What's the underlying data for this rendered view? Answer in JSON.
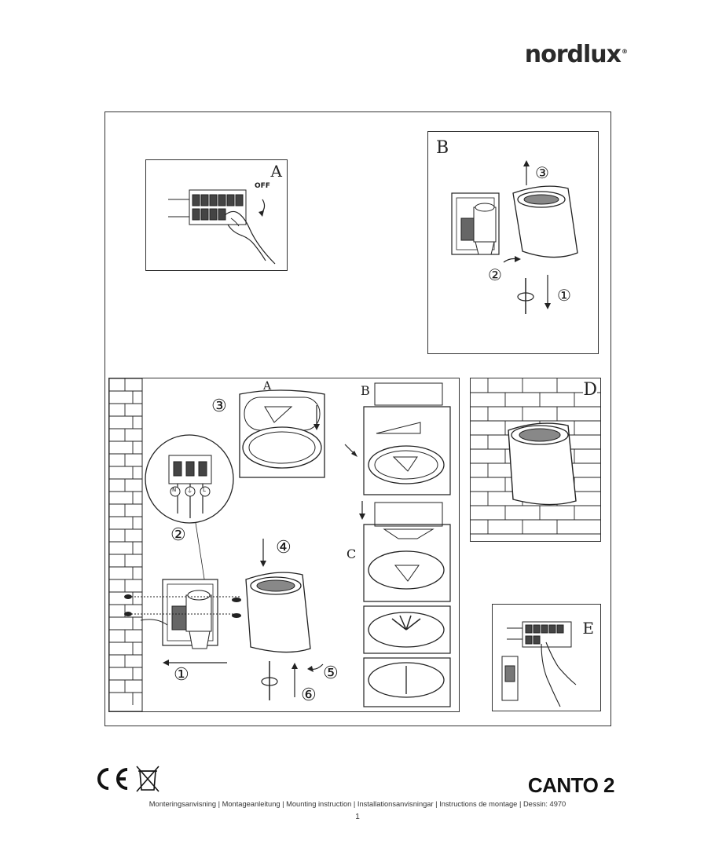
{
  "brand": {
    "logo_text": "nordlux",
    "logo_mark": "®"
  },
  "panels": {
    "a_top": {
      "label": "A",
      "switch_text": "OFF"
    },
    "b_top": {
      "label": "B",
      "steps": [
        "③",
        "②",
        "①"
      ]
    },
    "install": {
      "labels": {
        "a": "A",
        "b": "B",
        "c": "C"
      },
      "steps": [
        "③",
        "②",
        "④",
        "①",
        "⑤",
        "⑥"
      ],
      "terminals": [
        "N",
        "⏚",
        "L"
      ]
    },
    "d": {
      "label": "D"
    },
    "e": {
      "label": "E"
    }
  },
  "product_name": "CANTO 2",
  "footer_text": "Monteringsanvisning | Montageanleitung | Mounting instruction | Installationsanvisningar | Instructions de montage | Dessin: 4970",
  "page_number": "1",
  "icons": [
    "ce-mark-icon",
    "weee-bin-icon"
  ]
}
